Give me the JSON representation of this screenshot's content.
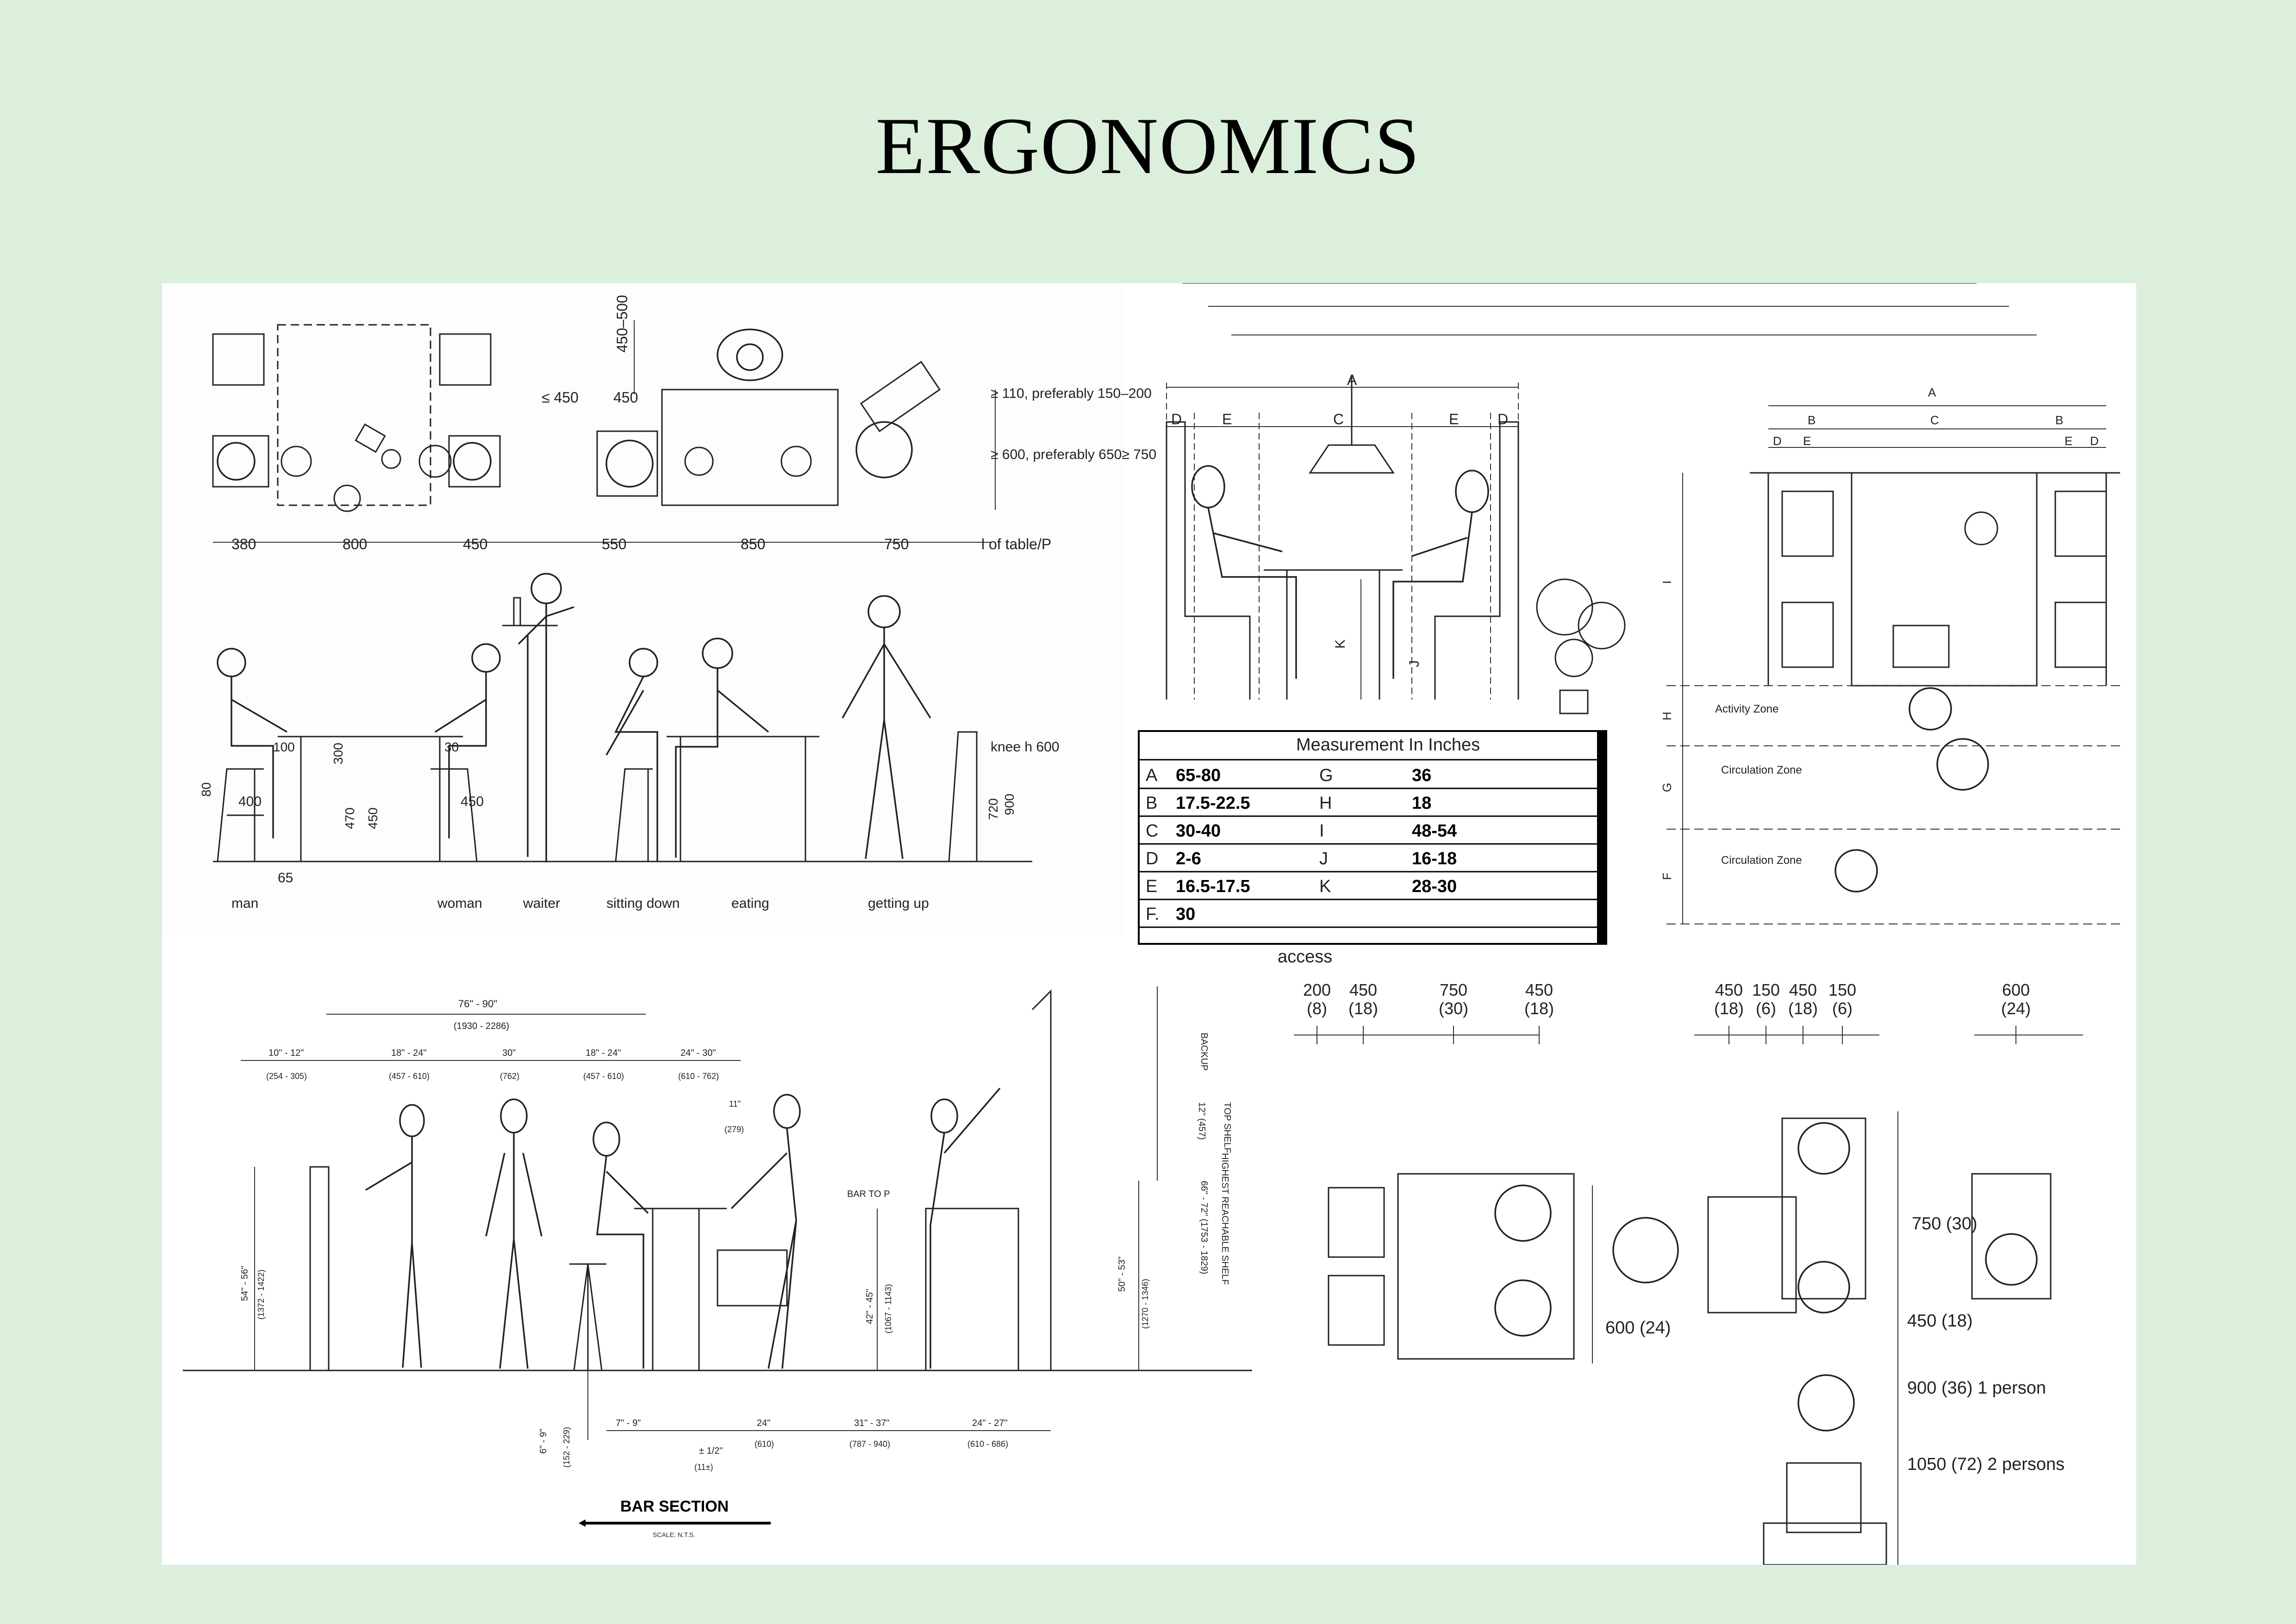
{
  "page": {
    "title": "ERGONOMICS",
    "background": "#dcefdc"
  },
  "topleft": {
    "dims_top": [
      "≤ 450",
      "450",
      "450–500"
    ],
    "notes": [
      "≥ 110, preferably 150–200",
      "≥ 600, preferably 650≥ 750"
    ],
    "dims_row": [
      "380",
      "800",
      "450",
      "550",
      "850",
      "750",
      "l of table/P"
    ],
    "elev_dims": [
      "100",
      "300",
      "30",
      "80",
      "400",
      "470",
      "450",
      "450",
      "65",
      "knee h 600",
      "720",
      "900"
    ],
    "labels": [
      "man",
      "woman",
      "waiter",
      "sitting down",
      "eating",
      "getting up"
    ]
  },
  "booth": {
    "dim_letters": [
      "A",
      "D",
      "E",
      "C",
      "E",
      "D",
      "K",
      "J"
    ],
    "table_title": "Measurement In Inches",
    "rows": [
      [
        "A",
        "65-80",
        "G",
        "36"
      ],
      [
        "B",
        "17.5-22.5",
        "H",
        "18"
      ],
      [
        "C",
        "30-40",
        "I",
        "48-54"
      ],
      [
        "D",
        "2-6",
        "J",
        "16-18"
      ],
      [
        "E",
        "16.5-17.5",
        "K",
        "28-30"
      ],
      [
        "F.",
        "30",
        "",
        ""
      ]
    ]
  },
  "plan": {
    "dim_letters": [
      "A",
      "B",
      "C",
      "B",
      "D",
      "E",
      "E",
      "D"
    ],
    "side_letters": [
      "I",
      "H",
      "G",
      "F"
    ],
    "zones": [
      "Activity Zone",
      "Circulation Zone",
      "Circulation Zone"
    ]
  },
  "bar": {
    "title": "BAR SECTION",
    "scale": "SCALE: N.T.S.",
    "top_dims": [
      "76\" - 90\"",
      "(1930 - 2286)",
      "10\" - 12\"",
      "(254 - 305)",
      "18\" - 24\"",
      "(457 - 610)",
      "30\"",
      "(762)",
      "18\" - 24\"",
      "(457 - 610)",
      "24\" - 30\"",
      "(610 - 762)",
      "11\"",
      "(279)"
    ],
    "side_dims": [
      "54\" - 56\"",
      "(1372 - 1422)",
      "42\" - 45\"",
      "(1067 - 1143)",
      "50\" - 53\"",
      "(1270 - 1346)",
      "6\" - 9\"",
      "(152 - 229)"
    ],
    "right_dims": [
      "BACKUP",
      "12\" (457)",
      "TOP SHELF",
      "66\" - 72\" (1753 - 1829)",
      "HIGHEST REACHABLE SHELF"
    ],
    "bottom_dims": [
      "7\" - 9\"",
      "± 1/2\"",
      "(11±)",
      "24\"",
      "(610)",
      "31\" - 37\"",
      "(787 - 940)",
      "24\" - 27\"",
      "(610 - 686)"
    ],
    "bar_top": "BAR TO P"
  },
  "access": {
    "title": "access",
    "left_dims": [
      [
        "200",
        "(8)"
      ],
      [
        "450",
        "(18)"
      ],
      [
        "750",
        "(30)"
      ],
      [
        "450",
        "(18)"
      ]
    ],
    "right_dims": [
      [
        "450",
        "(18)"
      ],
      [
        "150",
        "(6)"
      ],
      [
        "450",
        "(18)"
      ],
      [
        "150",
        "(6)"
      ],
      [
        "600",
        "(24)"
      ]
    ],
    "side_labels": [
      "750 (30)",
      "450 (18)",
      "600 (24)",
      "900 (36) 1 person",
      "1050 (72) 2 persons"
    ]
  }
}
